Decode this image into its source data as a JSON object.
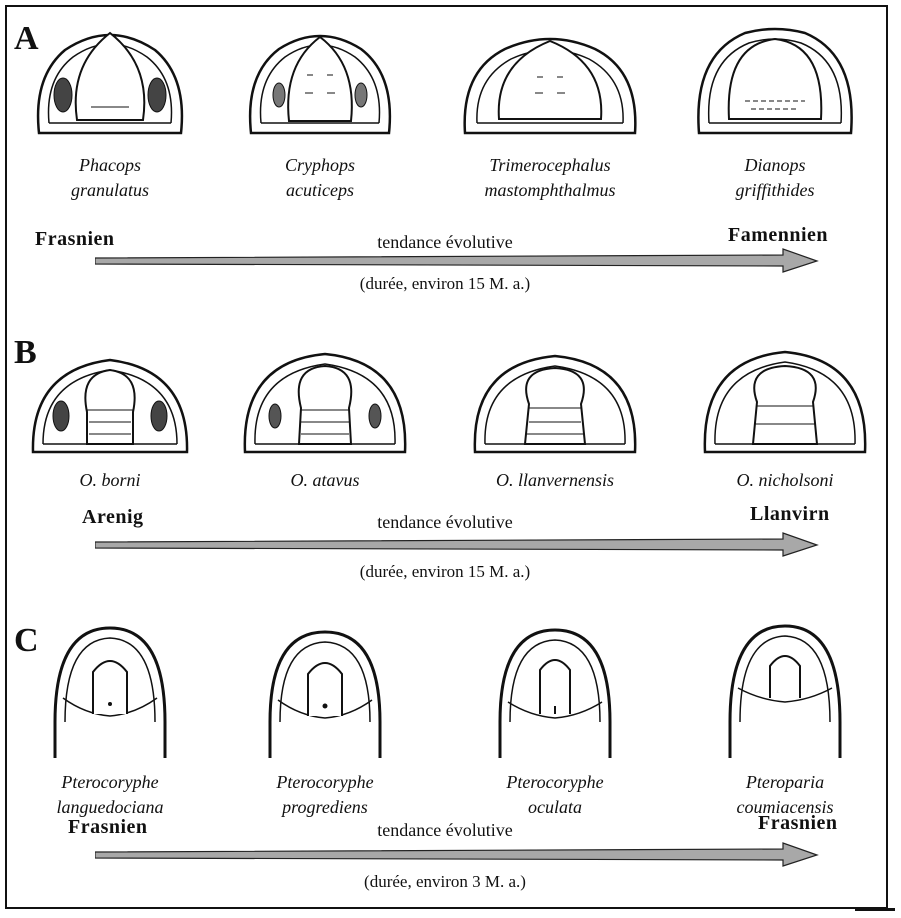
{
  "panels": [
    {
      "letter": "A",
      "species": [
        [
          "Phacops",
          "granulatus"
        ],
        [
          "Cryphops",
          "acuticeps"
        ],
        [
          "Trimerocephalus",
          "mastomphthalmus"
        ],
        [
          "Dianops",
          "griffithides"
        ]
      ],
      "start_stage": "Frasnien",
      "end_stage": "Famennien",
      "trend_label": "tendance évolutive",
      "duration_label": "(durée, environ 15 M. a.)"
    },
    {
      "letter": "B",
      "species": [
        [
          "O. borni"
        ],
        [
          "O. atavus"
        ],
        [
          "O. llanvernensis"
        ],
        [
          "O. nicholsoni"
        ]
      ],
      "start_stage": "Arenig",
      "end_stage": "Llanvirn",
      "trend_label": "tendance évolutive",
      "duration_label": "(durée, environ 15 M. a.)"
    },
    {
      "letter": "C",
      "species": [
        [
          "Pterocoryphe",
          "languedociana"
        ],
        [
          "Pterocoryphe",
          "progrediens"
        ],
        [
          "Pterocoryphe",
          "oculata"
        ],
        [
          "Pteroparia",
          "coumiacensis"
        ]
      ],
      "start_stage": "Frasnien",
      "end_stage": "Frasnien",
      "trend_label": "tendance évolutive",
      "duration_label": "(durée, environ 3 M. a.)"
    }
  ]
}
